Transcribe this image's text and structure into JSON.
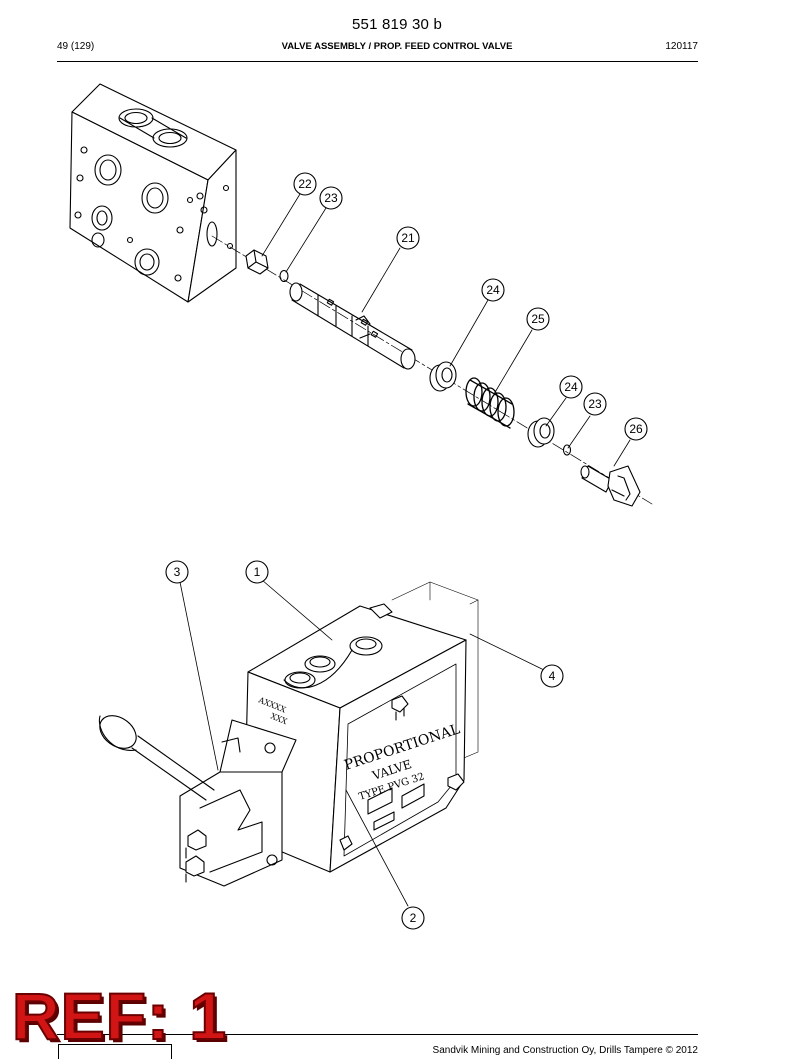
{
  "header": {
    "doc_number": "551 819 30 b",
    "page": "49 (129)",
    "title": "VALVE ASSEMBLY / PROP. FEED CONTROL VALVE",
    "date_code": "120117"
  },
  "callouts_top": [
    "22",
    "23",
    "21",
    "24",
    "25",
    "24",
    "23",
    "26"
  ],
  "callouts_bottom": [
    "3",
    "1",
    "4",
    "2"
  ],
  "valve_markings": {
    "line1": "PROPORTIONAL",
    "line2": "VALVE",
    "line3": "TYPE PVG 32",
    "stamp1": "AXXXX",
    "stamp2": "XXX"
  },
  "stamp": "REF: 1",
  "footer": {
    "copyright": "Sandvik Mining and Construction Oy, Drills Tampere © 2012"
  }
}
